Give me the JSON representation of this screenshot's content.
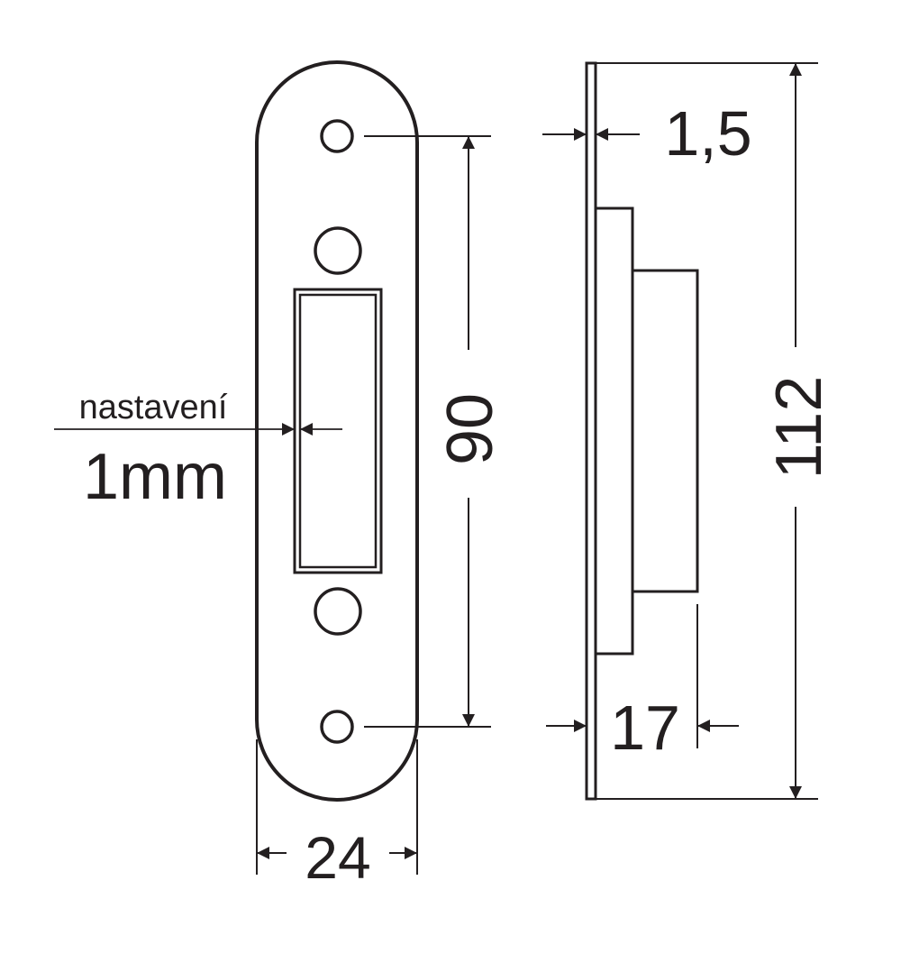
{
  "dimensions": {
    "width_label": "24",
    "hole_spacing_label": "90",
    "total_length_label": "112",
    "plate_thickness_label": "1,5",
    "depth_label": "17"
  },
  "adjustment": {
    "label": "nastavení",
    "value_label": "1mm"
  }
}
